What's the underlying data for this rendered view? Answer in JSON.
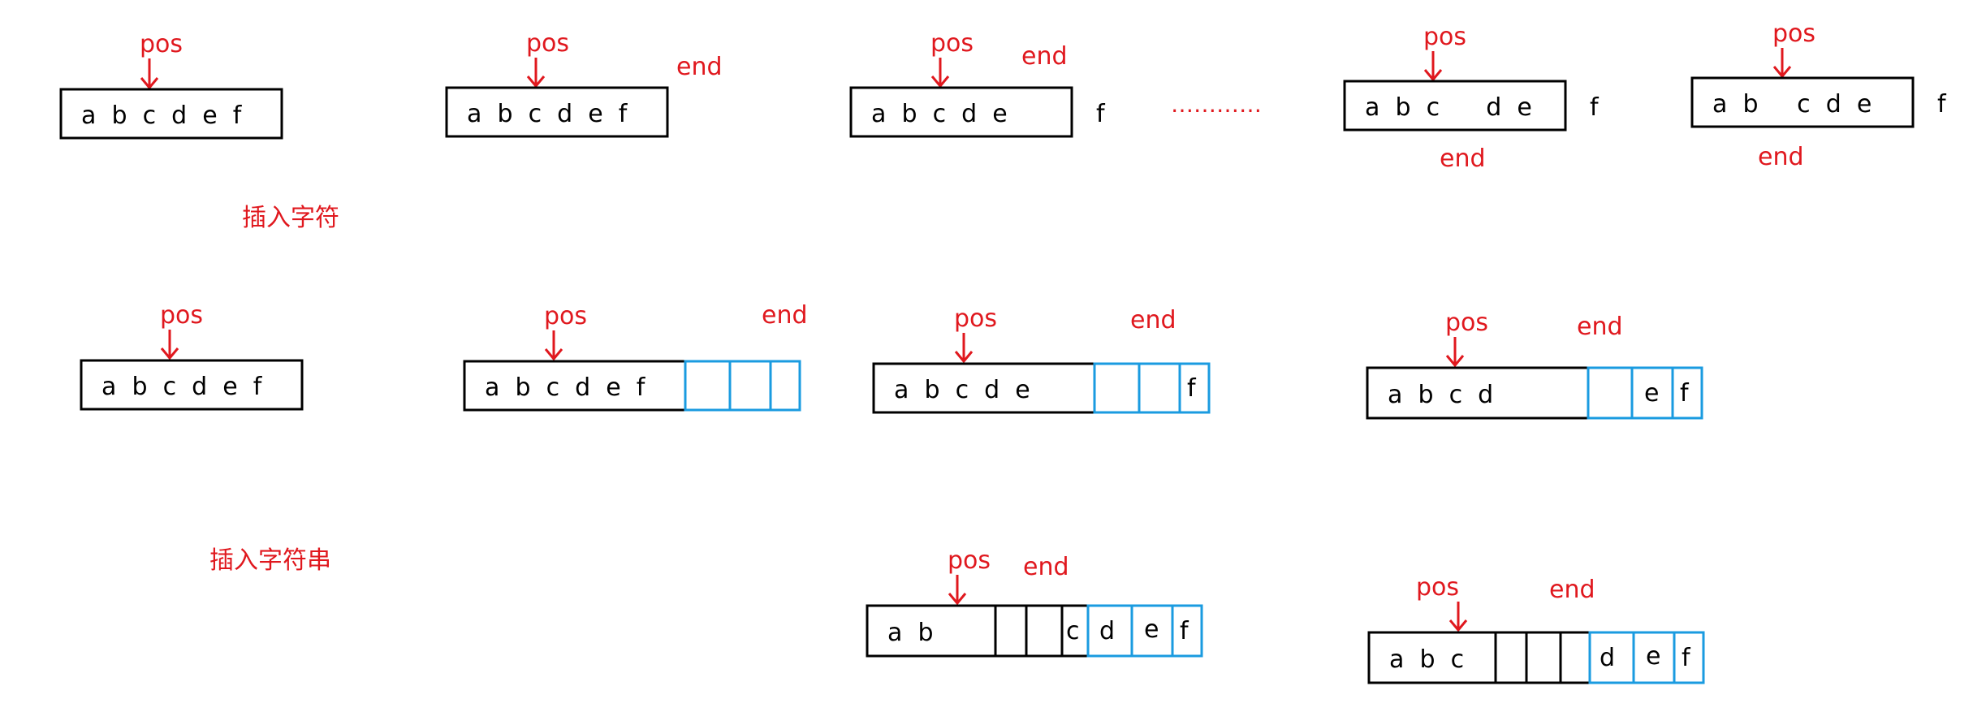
{
  "labels": {
    "pos": "pos",
    "end": "end",
    "ellipsis": "…………",
    "insert_char": "插入字符",
    "insert_string": "插入字符串"
  },
  "row1": {
    "d1_text": "a  b  c  d  e  f",
    "d2_text": "a  b  c  d  e  f",
    "d3_text": "a  b  c  d  e",
    "d3_outside": "f",
    "d4_text": "a  b  c      d  e",
    "d4_outside": "f",
    "d5_text": "a  b     c  d  e",
    "d5_outside": "f"
  },
  "row2": {
    "d1_text": "a  b  c  d  e  f",
    "d2_text": "a  b  c  d  e  f",
    "d3_text": "a  b  c  d  e",
    "d3_cell": "f",
    "d4_text": "a  b  c  d",
    "d4_cell1": "e",
    "d4_cell2": "f"
  },
  "row3": {
    "d1_text": "a  b",
    "d1_c": "c",
    "d1_d": "d",
    "d1_e": "e",
    "d1_f": "f",
    "d2_text": "a  b  c",
    "d2_d": "d",
    "d2_e": "e",
    "d2_f": "f"
  },
  "colors": {
    "red": "#e0181e",
    "blue": "#1a9be0",
    "black": "#000000"
  }
}
